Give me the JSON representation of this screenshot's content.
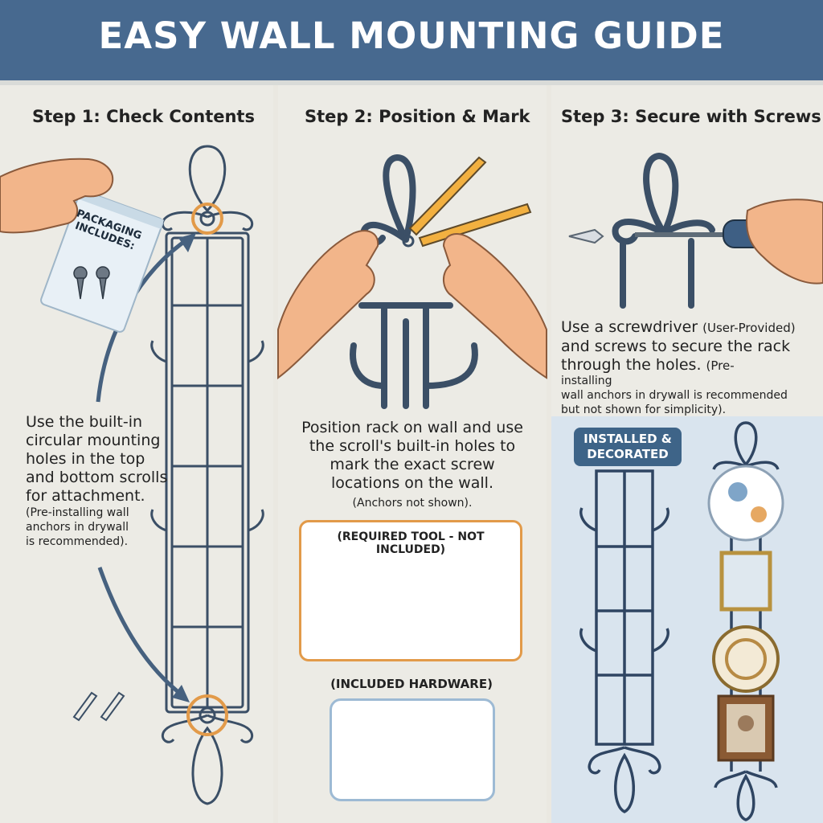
{
  "header": {
    "title": "EASY WALL MOUNTING GUIDE"
  },
  "step1": {
    "title": "Step 1: Check Contents",
    "package_label": "PACKAGING INCLUDES:",
    "instructions": [
      "Use the built-in",
      "circular mounting",
      "holes in the top",
      "and bottom scrolls",
      "for attachment."
    ],
    "note": [
      "(Pre-installing wall",
      "anchors in drywall",
      "is recommended)."
    ]
  },
  "step2": {
    "title": "Step 2: Position & Mark",
    "instructions": [
      "Position rack on wall and use",
      "the scroll's built-in holes to",
      "mark the exact screw",
      "locations on the wall."
    ],
    "note": "(Anchors not shown).",
    "required_tool_label": "(REQUIRED TOOL - NOT INCLUDED)",
    "included_hardware_label": "(INCLUDED HARDWARE)"
  },
  "step3": {
    "title": "Step 3: Secure with Screws",
    "line1_main": "Use a screwdriver",
    "line1_small": "(User-Provided)",
    "line2": "and screws to secure the rack",
    "line3_main": "through the holes.",
    "line3_small": "(Pre-",
    "note": [
      "installing",
      "wall anchors in drywall is recommended",
      "but not shown for simplicity)."
    ]
  },
  "installed": {
    "badge": [
      "INSTALLED &",
      "DECORATED"
    ]
  },
  "colors": {
    "header_bg": "#47698f",
    "rack_outline": "#3b4f66",
    "highlight_ring": "#e29a49",
    "installed_bg": "#d9e4ee",
    "skin": "#f2b58a"
  }
}
